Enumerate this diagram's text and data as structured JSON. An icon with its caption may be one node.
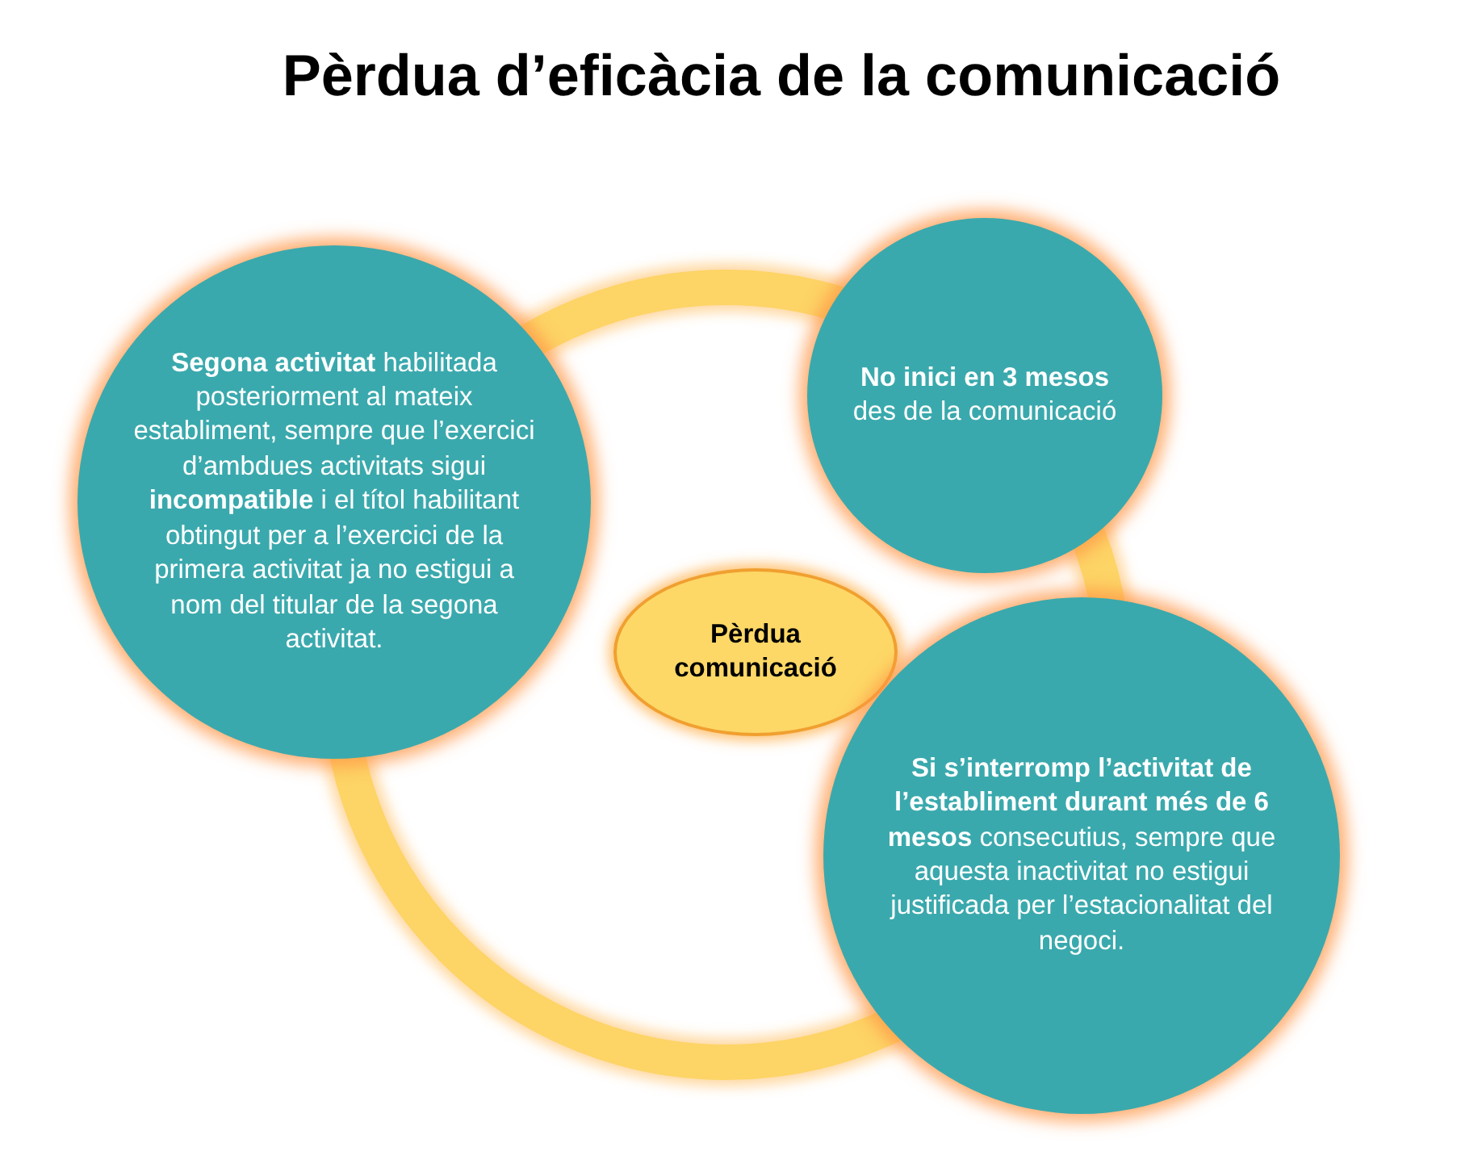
{
  "diagram": {
    "title": "Pèrdua d’eficàcia de la comunicació",
    "nodes": [
      {
        "text": [
          "**Segona activitat** habilitada posteriorment al mateix establiment, sempre que l’exercici d’ambdues activitats sigui **incompatible** i el títol habilitant obtingut per a l’exercici de la primera activitat ja no estigui a nom del titular de la segona activitat."
        ]
      },
      {
        "text": [
          "**No inici en 3 mesos** des de la comunicació"
        ]
      },
      {
        "text": [
          "Pèrdua comunicació"
        ]
      },
      {
        "text": [
          "**Si s’interromp l’activitat de l’establiment durant més de 6 mesos** consecutius, sempre que aquesta inactivitat no estigui justificada per l’estacionalitat del negoci."
        ]
      }
    ]
  }
}
